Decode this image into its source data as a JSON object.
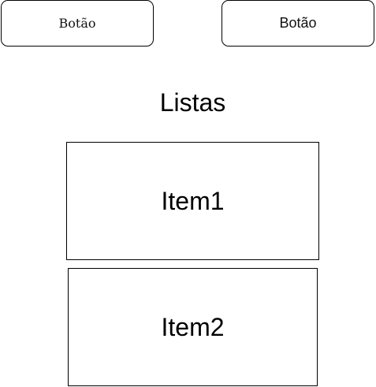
{
  "buttons": {
    "left_label": "Botão",
    "right_label": "Botão"
  },
  "section": {
    "title": "Listas"
  },
  "list": {
    "items": [
      {
        "label": "Item1"
      },
      {
        "label": "Item2"
      }
    ]
  }
}
